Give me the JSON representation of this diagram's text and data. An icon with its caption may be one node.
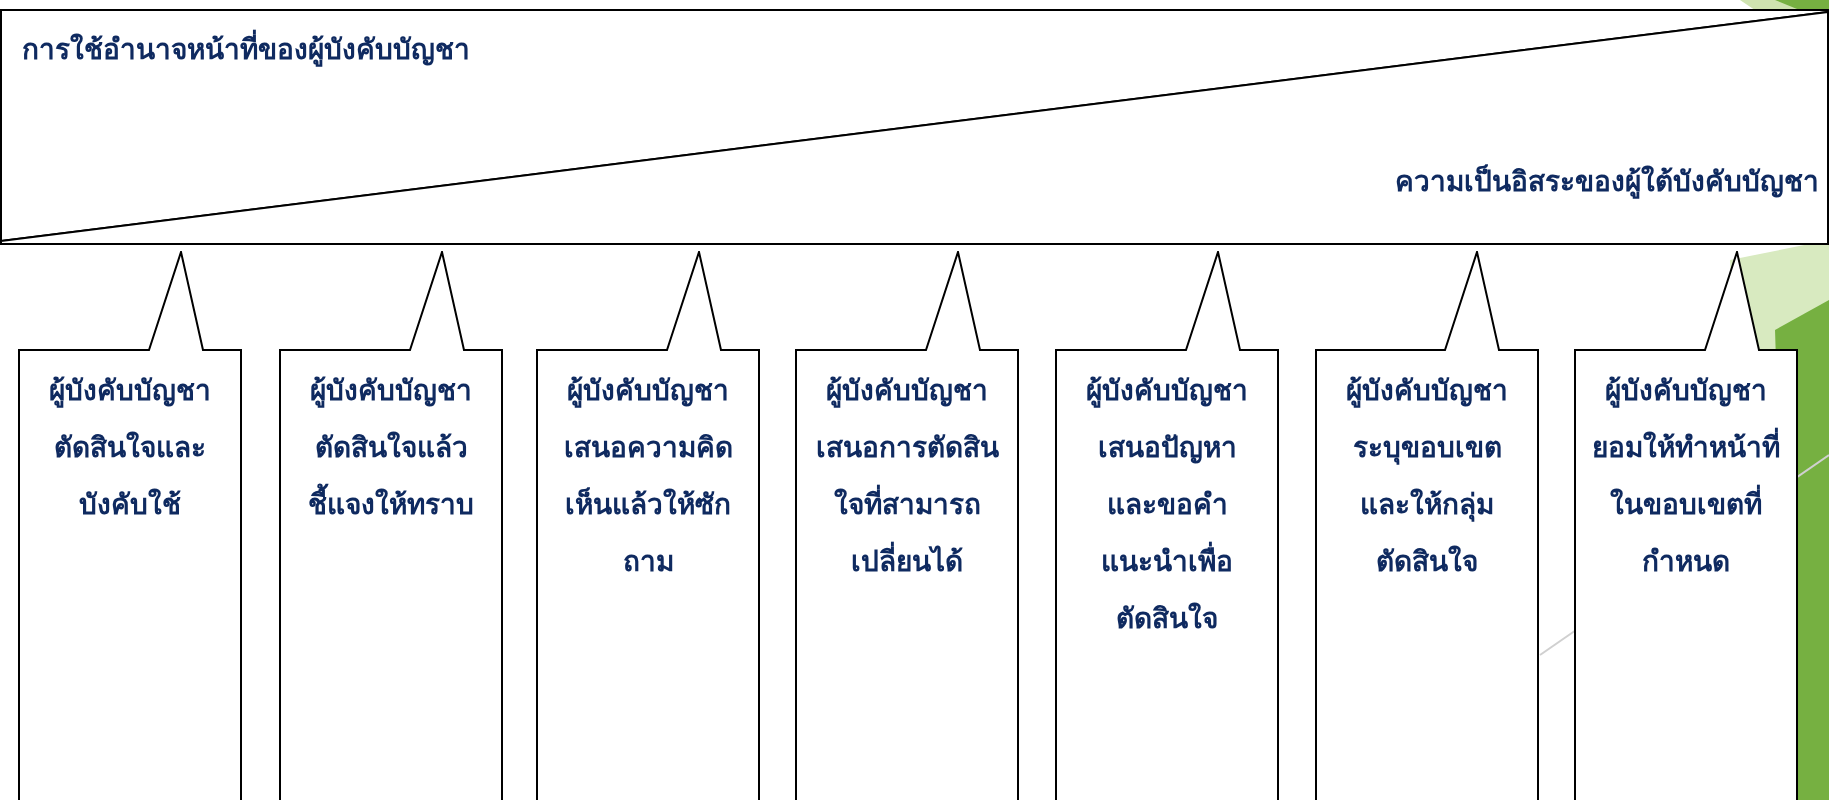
{
  "diagram": {
    "nodes": [
      {
        "text": [
          "การใช้อำนาจหน้าที่ของผู้บังคับบัญชา"
        ]
      },
      {
        "text": [
          "ความเป็นอิสระของผู้ใต้บังคับบัญชา"
        ]
      },
      {
        "text": [
          "ผู้บังคับบัญชาตัดสินใจและบังคับใช้"
        ]
      },
      {
        "text": [
          "ผู้บังคับบัญชา ตัดสินใจแล้วชี้แจงให้ทราบ"
        ]
      },
      {
        "text": [
          "ผู้บังคับบัญชา เสนอความคิดเห็นแล้วให้ซักถาม"
        ]
      },
      {
        "text": [
          "ผู้บังคับบัญชาเสนอการตัดสินใจที่สามารถเปลี่ยนได้"
        ]
      },
      {
        "text": [
          "ผู้บังคับบัญชาเสนอปัญหาและขอคำแนะนำเพื่อตัดสินใจ"
        ]
      },
      {
        "text": [
          "ผู้บังคับบัญชาระบุขอบเขตและให้กลุ่มตัดสินใจ"
        ]
      },
      {
        "text": [
          "ผู้บังคับบัญชายอมให้ทำหน้าที่ในขอบเขตที่กำหนด"
        ]
      }
    ]
  }
}
